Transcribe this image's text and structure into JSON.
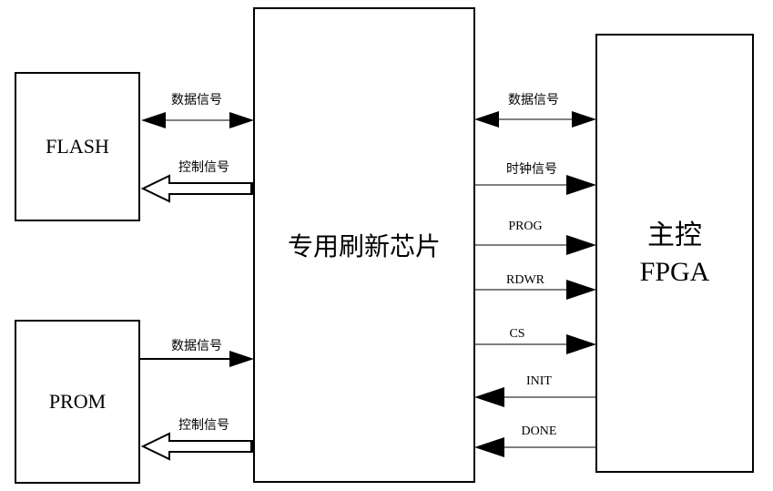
{
  "blocks": {
    "flash": "FLASH",
    "prom": "PROM",
    "chip": "专用刷新芯片",
    "fpga_line1": "主控",
    "fpga_line2": "FPGA"
  },
  "signals": {
    "flash_data": "数据信号",
    "flash_ctrl": "控制信号",
    "prom_data": "数据信号",
    "prom_ctrl": "控制信号",
    "fpga_data": "数据信号",
    "clock": "时钟信号",
    "prog": "PROG",
    "rdwr": "RDWR",
    "cs": "CS",
    "init": "INIT",
    "done": "DONE"
  }
}
